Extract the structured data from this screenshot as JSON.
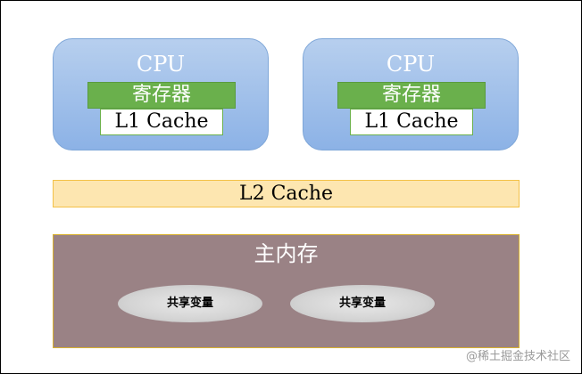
{
  "cpus": [
    {
      "title": "CPU",
      "register": "寄存器",
      "l1": "L1 Cache"
    },
    {
      "title": "CPU",
      "register": "寄存器",
      "l1": "L1 Cache"
    }
  ],
  "l2": {
    "label": "L2 Cache"
  },
  "memory": {
    "title": "主内存",
    "shared_vars": [
      "共享变量",
      "共享变量"
    ]
  },
  "watermark": "@稀土掘金技术社区"
}
